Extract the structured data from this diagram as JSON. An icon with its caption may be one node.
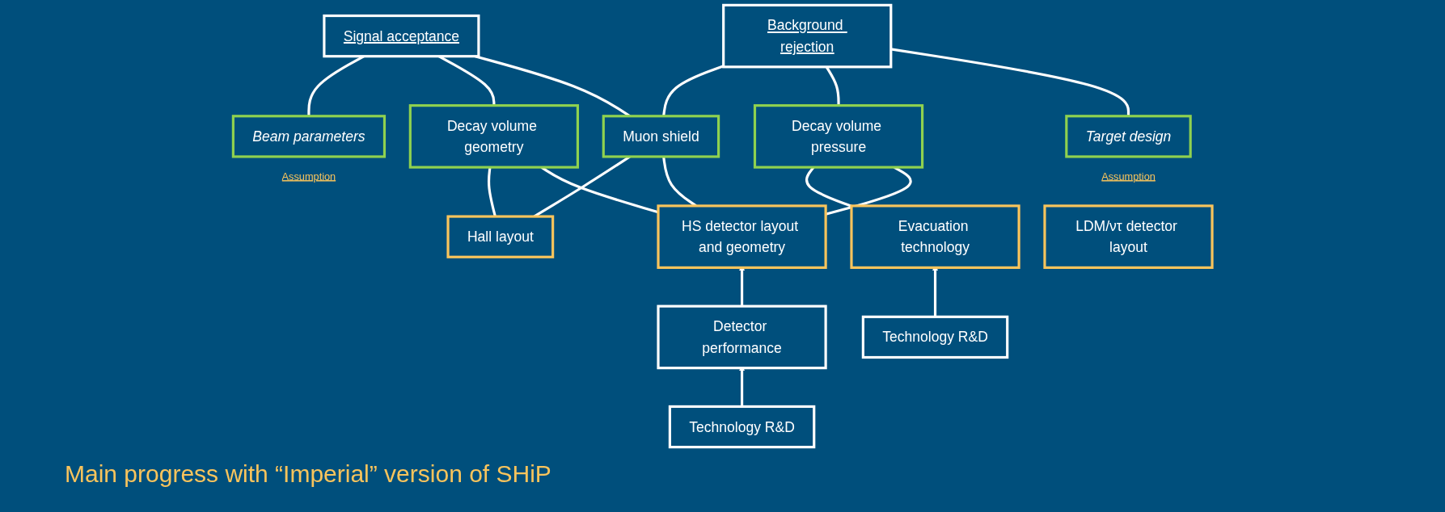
{
  "diagram": {
    "nodes": [
      {
        "text": [
          "Signal acceptance"
        ]
      },
      {
        "text": [
          "Background rejection"
        ]
      },
      {
        "text": [
          "Beam parameters"
        ],
        "beside": [
          "Assumption"
        ]
      },
      {
        "text": [
          "Decay volume geometry"
        ]
      },
      {
        "text": [
          "Muon shield"
        ]
      },
      {
        "text": [
          "Decay volume pressure"
        ]
      },
      {
        "text": [
          "Target design"
        ],
        "beside": [
          "Assumption"
        ]
      },
      {
        "text": [
          "Hall layout"
        ]
      },
      {
        "text": [
          "Evacuation technology"
        ]
      },
      {
        "text": [
          "LDM/ντ detector layout"
        ]
      },
      {
        "text": [
          "HS detector layout and geometry"
        ]
      },
      {
        "text": [
          "Technology R&D"
        ]
      },
      {
        "text": [
          "Detector performance"
        ]
      },
      {
        "text": [
          "Technology R&D"
        ]
      }
    ],
    "edges": [
      {
        "from": 0,
        "to": 2,
        "arrow": "none"
      },
      {
        "from": 0,
        "to": 3,
        "arrow": "none"
      },
      {
        "from": 0,
        "to": 4,
        "arrow": "none"
      },
      {
        "from": 1,
        "to": 4,
        "arrow": "none"
      },
      {
        "from": 1,
        "to": 5,
        "arrow": "none"
      },
      {
        "from": 1,
        "to": 6,
        "arrow": "none"
      },
      {
        "from": 3,
        "to": 7,
        "arrow": "none"
      },
      {
        "from": 4,
        "to": 7,
        "arrow": "none"
      },
      {
        "from": 5,
        "to": 8,
        "arrow": "none"
      },
      {
        "from": 3,
        "to": 10,
        "arrow": "none"
      },
      {
        "from": 4,
        "to": 10,
        "arrow": "none"
      },
      {
        "from": 5,
        "to": 10,
        "arrow": "none"
      },
      {
        "from": 11,
        "to": 8,
        "arrow": "to"
      },
      {
        "from": 12,
        "to": 10,
        "arrow": "to"
      },
      {
        "from": 13,
        "to": 12,
        "arrow": "to"
      }
    ],
    "labels": [
      "Main progress with “Imperial” version of SHiP"
    ]
  }
}
